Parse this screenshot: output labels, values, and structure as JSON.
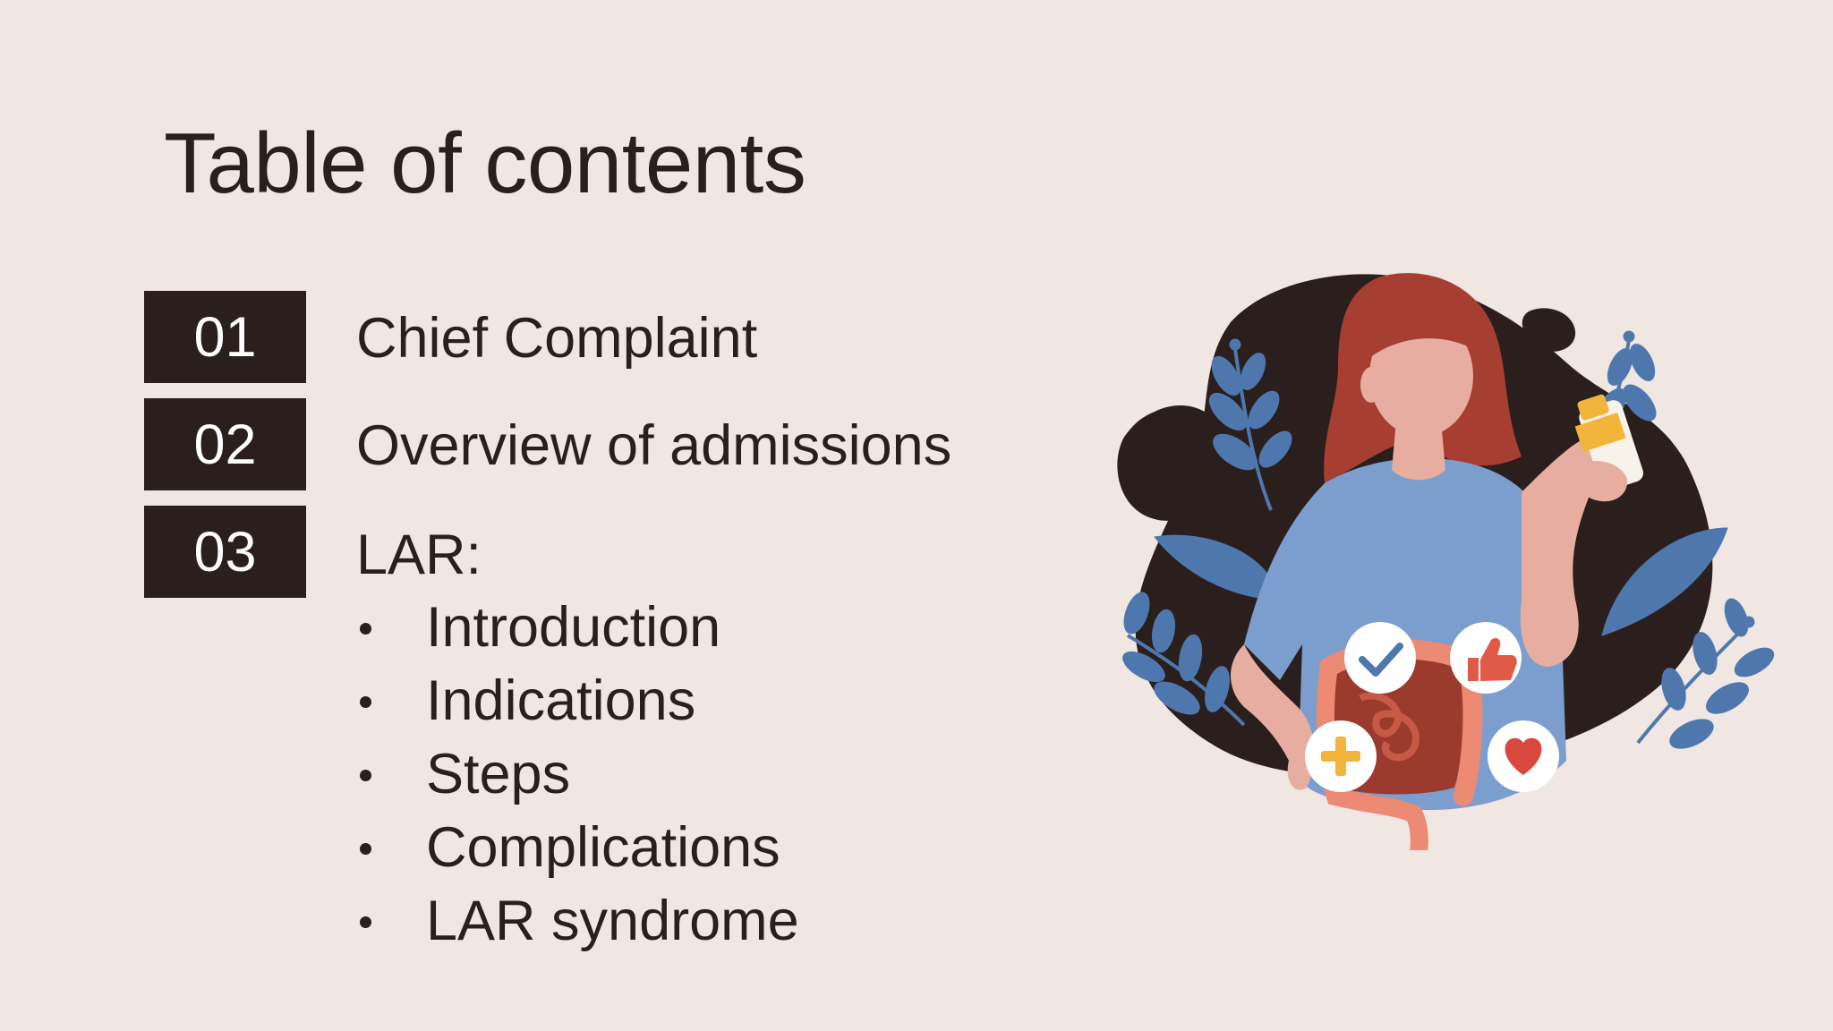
{
  "slide": {
    "title": "Table of contents",
    "items": [
      {
        "number": "01",
        "label": "Chief Complaint"
      },
      {
        "number": "02",
        "label": "Overview of admissions"
      },
      {
        "number": "03",
        "label": "LAR:"
      }
    ],
    "sub_items": [
      "Introduction",
      "Indications",
      "Steps",
      "Complications",
      "LAR syndrome"
    ]
  },
  "illustration": {
    "subject": "woman-holding-bottle-with-intestines",
    "badges": [
      "check-icon",
      "thumbs-up-icon",
      "plus-icon",
      "heart-icon"
    ]
  },
  "colors": {
    "background": "#f0e6e2",
    "text": "#2a1f1d",
    "box": "#2a1f1d",
    "leaf": "#4e78ad",
    "shirt": "#7c9ece",
    "hair": "#a63f32",
    "skin": "#e7ada0",
    "bottle": "#f2b43a"
  }
}
